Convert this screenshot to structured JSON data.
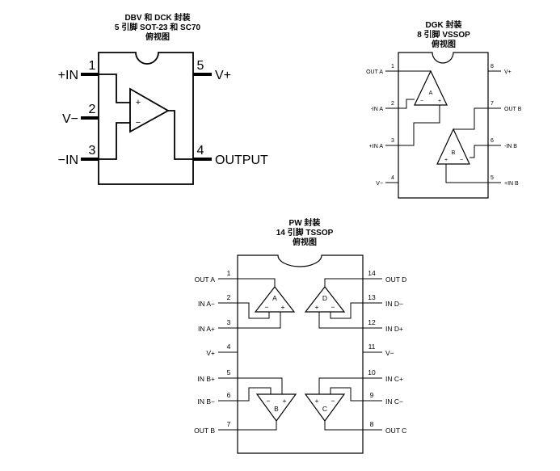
{
  "dbv": {
    "title_lines": [
      "DBV 和 DCK 封装",
      "5 引脚 SOT-23 和 SC70",
      "俯视图"
    ],
    "pins": [
      {
        "num": "1",
        "label": "+IN"
      },
      {
        "num": "2",
        "label": "V−"
      },
      {
        "num": "3",
        "label": "−IN"
      },
      {
        "num": "4",
        "label": "OUTPUT"
      },
      {
        "num": "5",
        "label": "V+"
      }
    ],
    "amp": {
      "plus": "+",
      "minus": "−"
    }
  },
  "dgk": {
    "title_lines": [
      "DGK 封装",
      "8 引脚 VSSOP",
      "俯视图"
    ],
    "pins": [
      {
        "num": "1",
        "label": "OUT A"
      },
      {
        "num": "2",
        "label": "-IN A"
      },
      {
        "num": "3",
        "label": "+IN A"
      },
      {
        "num": "4",
        "label": "V−"
      },
      {
        "num": "5",
        "label": "+IN B"
      },
      {
        "num": "6",
        "label": "-IN B"
      },
      {
        "num": "7",
        "label": "OUT B"
      },
      {
        "num": "8",
        "label": "V+"
      }
    ],
    "amps": [
      {
        "name": "A",
        "minus": "−",
        "plus": "+"
      },
      {
        "name": "B",
        "plus": "+",
        "minus": "−"
      }
    ]
  },
  "pw": {
    "title_lines": [
      "PW 封装",
      "14 引脚 TSSOP",
      "俯视图"
    ],
    "pins": [
      {
        "num": "1",
        "label": "OUT A"
      },
      {
        "num": "2",
        "label": "IN A−"
      },
      {
        "num": "3",
        "label": "IN A+"
      },
      {
        "num": "4",
        "label": "V+"
      },
      {
        "num": "5",
        "label": "IN B+"
      },
      {
        "num": "6",
        "label": "IN B−"
      },
      {
        "num": "7",
        "label": "OUT B"
      },
      {
        "num": "8",
        "label": "OUT C"
      },
      {
        "num": "9",
        "label": "IN C−"
      },
      {
        "num": "10",
        "label": "IN C+"
      },
      {
        "num": "11",
        "label": "V−"
      },
      {
        "num": "12",
        "label": "IN D+"
      },
      {
        "num": "13",
        "label": "IN D−"
      },
      {
        "num": "14",
        "label": "OUT D"
      }
    ],
    "amps": [
      {
        "name": "A",
        "minus": "−",
        "plus": "+"
      },
      {
        "name": "D",
        "plus": "+",
        "minus": "−"
      },
      {
        "name": "B",
        "minus": "−",
        "plus": "+"
      },
      {
        "name": "C",
        "plus": "+",
        "minus": "−"
      }
    ]
  }
}
